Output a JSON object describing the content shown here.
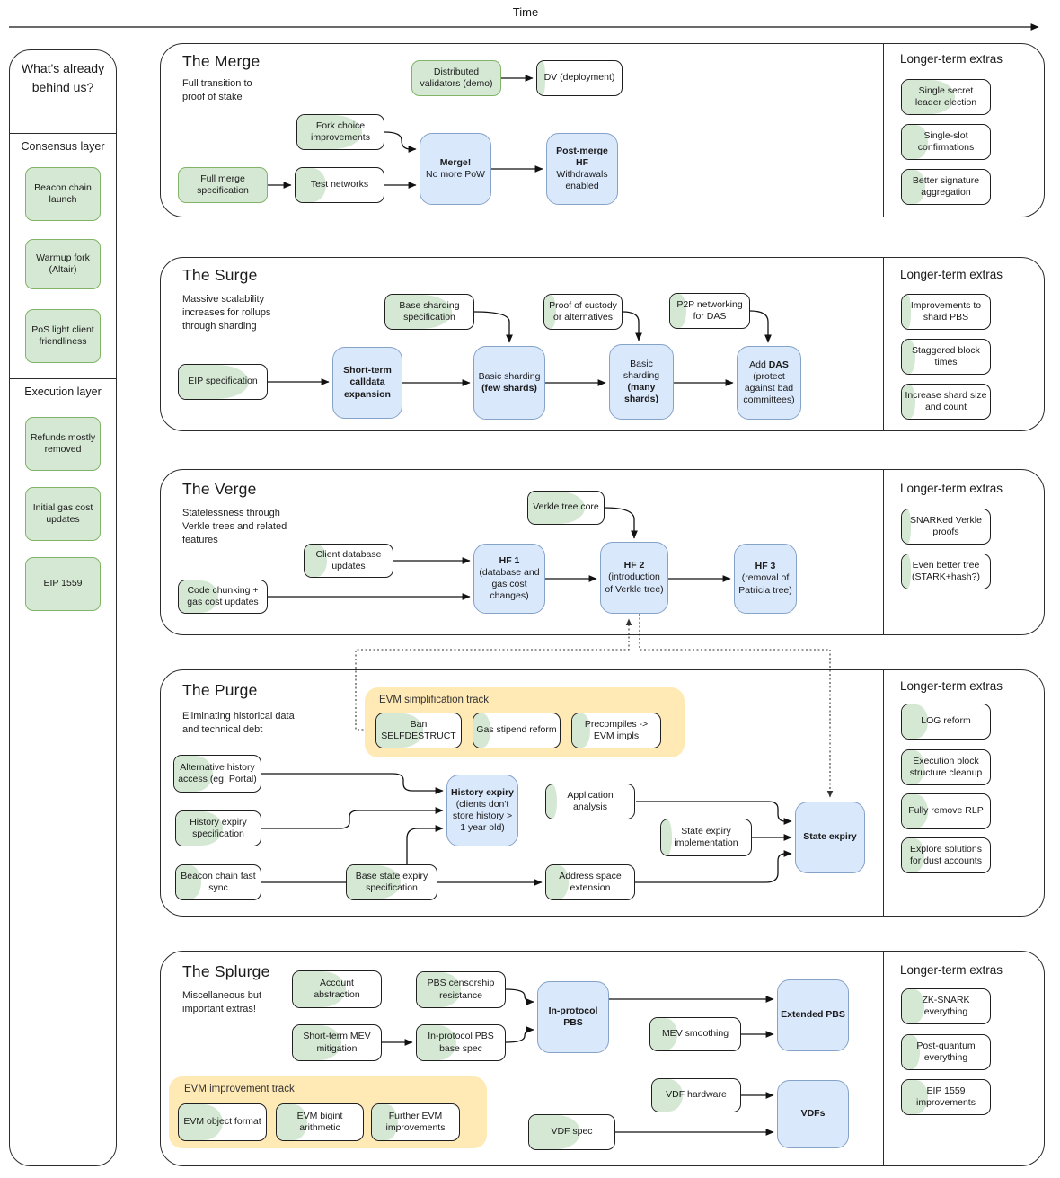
{
  "colors": {
    "green": "#d5e8d4",
    "green_border": "#82b366",
    "blue": "#dae8fc",
    "blue_border": "#85a3c8",
    "yellow": "#ffe9b5"
  },
  "timeline": {
    "label": "Time"
  },
  "sidebar": {
    "title": "What's already behind us?",
    "sections": [
      {
        "label": "Consensus layer",
        "items": [
          "Beacon chain launch",
          "Warmup fork (Altair)",
          "PoS light client friendliness"
        ]
      },
      {
        "label": "Execution layer",
        "items": [
          "Refunds mostly removed",
          "Initial gas cost updates",
          "EIP 1559"
        ]
      }
    ]
  },
  "rows": [
    {
      "title": "The Merge",
      "desc": "Full transition to proof of stake",
      "extras_title": "Longer-term extras",
      "extras": [
        {
          "label": "Single secret leader election",
          "progress": 0.6
        },
        {
          "label": "Single-slot confirmations",
          "progress": 0.3
        },
        {
          "label": "Better signature aggregation",
          "progress": 0.27
        }
      ],
      "nodes": {
        "distributed_validators": {
          "label": "Distributed validators (demo)",
          "progress": 1
        },
        "dv_deployment": {
          "label": "DV (deployment)",
          "progress": 0.1
        },
        "fork_choice": {
          "label": "Fork choice improvements",
          "progress": 0.75
        },
        "full_merge_spec": {
          "label": "Full merge specification",
          "progress": 1
        },
        "test_networks": {
          "label": "Test networks",
          "progress": 0.35
        },
        "merge": {
          "title": "Merge!",
          "sub": "No more PoW"
        },
        "post_merge_hf": {
          "title": "Post-merge HF",
          "sub": "Withdrawals enabled"
        }
      }
    },
    {
      "title": "The Surge",
      "desc": "Massive scalability increases for rollups through sharding",
      "extras_title": "Longer-term extras",
      "extras": [
        {
          "label": "Improvements to shard PBS",
          "progress": 0.1
        },
        {
          "label": "Staggered block times",
          "progress": 0.15
        },
        {
          "label": "Increase shard size and count",
          "progress": 0.15
        }
      ],
      "nodes": {
        "eip_spec": {
          "label": "EIP specification",
          "progress": 0.8
        },
        "calldata": {
          "title": "Short-term calldata expansion"
        },
        "base_sharding_spec": {
          "label": "Base sharding specification",
          "progress": 0.75
        },
        "few_shards": {
          "title": "Basic sharding",
          "sub": "(few shards)"
        },
        "proof_custody": {
          "label": "Proof of custody or alternatives",
          "progress": 0.15
        },
        "many_shards": {
          "title": "Basic sharding",
          "sub": "(many shards)"
        },
        "p2p_das": {
          "label": "P2P networking for DAS",
          "progress": 0.2
        },
        "add_das": {
          "pre": "Add ",
          "bold": "DAS",
          "sub": "(protect against bad committees)"
        }
      }
    },
    {
      "title": "The Verge",
      "desc": "Statelessness through Verkle trees and related features",
      "extras_title": "Longer-term extras",
      "extras": [
        {
          "label": "SNARKed Verkle proofs",
          "progress": 0.1
        },
        {
          "label": "Even better tree (STARK+hash?)",
          "progress": 0.1
        }
      ],
      "nodes": {
        "verkle_core": {
          "label": "Verkle tree core",
          "progress": 0.75
        },
        "client_db": {
          "label": "Client database updates",
          "progress": 0.25
        },
        "code_chunking": {
          "label": "Code chunking + gas cost updates",
          "progress": 0.45
        },
        "hf1": {
          "title": "HF 1",
          "sub": "(database and gas cost changes)"
        },
        "hf2": {
          "title": "HF 2",
          "sub": "(introduction of Verkle tree)"
        },
        "hf3": {
          "title": "HF 3",
          "sub": "(removal of Patricia tree)"
        }
      }
    },
    {
      "title": "The Purge",
      "desc": "Eliminating historical data and technical debt",
      "extras_title": "Longer-term extras",
      "extras": [
        {
          "label": "LOG reform",
          "progress": 0.3
        },
        {
          "label": "Execution block structure cleanup",
          "progress": 0.25
        },
        {
          "label": "Fully remove RLP",
          "progress": 0.3
        },
        {
          "label": "Explore solutions for dust accounts",
          "progress": 0.25
        }
      ],
      "track": {
        "label": "EVM simplification track",
        "items": {
          "ban_selfdestruct": {
            "label": "Ban SELFDESTRUCT",
            "progress": 0.55
          },
          "gas_stipend": {
            "label": "Gas stipend reform",
            "progress": 0.2
          },
          "precompiles": {
            "label": "Precompiles -> EVM impls",
            "progress": 0.2
          }
        }
      },
      "nodes": {
        "alt_history": {
          "label": "Alternative history access (eg. Portal)",
          "progress": 0.45
        },
        "history_expiry_spec": {
          "label": "History expiry specification",
          "progress": 0.55
        },
        "beacon_fast_sync": {
          "label": "Beacon chain fast sync",
          "progress": 0.3
        },
        "history_expiry": {
          "title": "History expiry",
          "sub": "(clients don't store history > 1 year old)"
        },
        "application_analysis": {
          "label": "Application analysis",
          "progress": 0.12
        },
        "state_expiry_impl": {
          "label": "State expiry implementation",
          "progress": 0.12
        },
        "base_state_spec": {
          "label": "Base state expiry specification",
          "progress": 0.6
        },
        "address_space": {
          "label": "Address space extension",
          "progress": 0.25
        },
        "state_expiry": {
          "title": "State expiry"
        }
      }
    },
    {
      "title": "The Splurge",
      "desc": "Miscellaneous but important extras!",
      "extras_title": "Longer-term extras",
      "extras": [
        {
          "label": "ZK-SNARK everything",
          "progress": 0.25
        },
        {
          "label": "Post-quantum everything",
          "progress": 0.2
        },
        {
          "label": "EIP 1559 improvements",
          "progress": 0.3
        }
      ],
      "track": {
        "label": "EVM improvement track",
        "items": {
          "evm_object": {
            "label": "EVM object format",
            "progress": 0.5
          },
          "evm_bigint": {
            "label": "EVM bigint arithmetic",
            "progress": 0.35
          },
          "further_evm": {
            "label": "Further EVM improvements",
            "progress": 0.3
          }
        }
      },
      "nodes": {
        "account_abstraction": {
          "label": "Account abstraction",
          "progress": 0.6
        },
        "pbs_censorship": {
          "label": "PBS censorship resistance",
          "progress": 0.5
        },
        "short_term_mev": {
          "label": "Short-term MEV mitigation",
          "progress": 0.55
        },
        "inprotocol_base": {
          "label": "In-protocol PBS base spec",
          "progress": 0.45
        },
        "inprotocol_pbs": {
          "title": "In-protocol PBS"
        },
        "mev_smoothing": {
          "label": "MEV smoothing",
          "progress": 0.3
        },
        "extended_pbs": {
          "title": "Extended PBS"
        },
        "vdf_hardware": {
          "label": "VDF hardware",
          "progress": 0.35
        },
        "vdfs": {
          "title": "VDFs"
        },
        "vdf_spec": {
          "label": "VDF spec",
          "progress": 0.6
        }
      }
    }
  ]
}
